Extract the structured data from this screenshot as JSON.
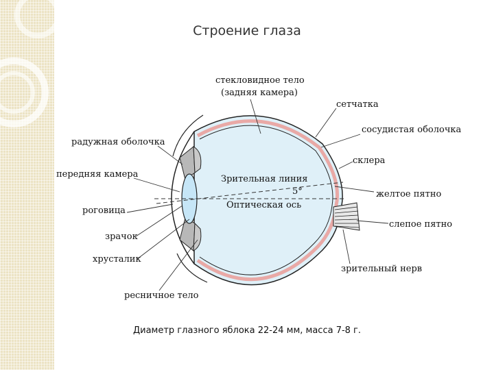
{
  "title": "Строение глаза",
  "footer": "Диаметр глазного яблока 22-24 мм, масса 7-8 г.",
  "labels": {
    "vitreous_line1": "стекловидное тело",
    "vitreous_line2": "(задняя камера)",
    "retina": "сетчатка",
    "choroid": "сосудистая оболочка",
    "iris": "радужная оболочка",
    "sclera": "склера",
    "anterior_chamber": "передняя камера",
    "visual_line": "Зрительная линия",
    "angle": "5°",
    "yellow_spot": "желтое пятно",
    "optical_axis": "Оптическая ось",
    "cornea": "роговица",
    "blind_spot": "слепое пятно",
    "pupil": "зрачок",
    "lens": "хрусталик",
    "optic_nerve": "зрительный нерв",
    "ciliary_body": "ресничное тело"
  },
  "colors": {
    "background_band": "#ece3c4",
    "eyeball_fill": "#dff0f8",
    "choroid": "#e9a9a6",
    "outline": "#222222",
    "iris_gray": "#b8b8b8"
  }
}
